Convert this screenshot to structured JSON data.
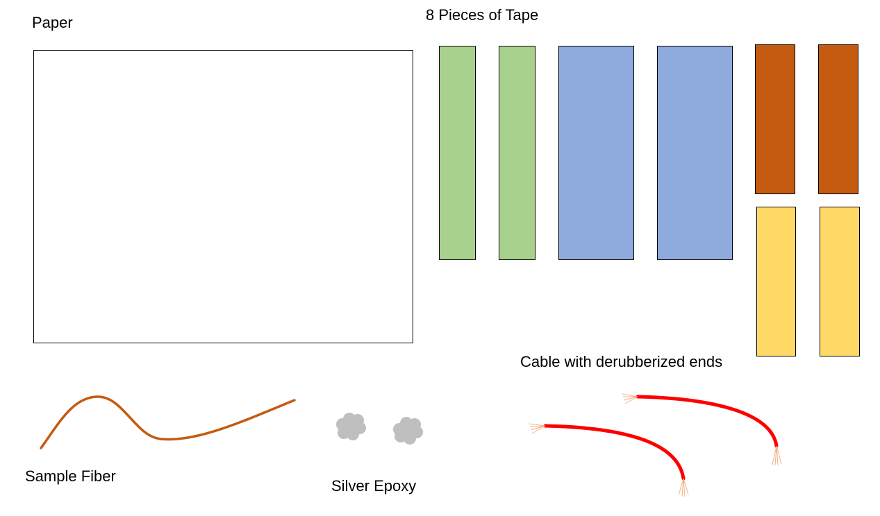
{
  "labels": {
    "paper": "Paper",
    "tape": "8 Pieces of Tape",
    "cable": "Cable with derubberized ends",
    "fiber": "Sample Fiber",
    "epoxy": "Silver Epoxy"
  },
  "tape_pieces": [
    {
      "color": "#a9d18e"
    },
    {
      "color": "#a9d18e"
    },
    {
      "color": "#8faadc"
    },
    {
      "color": "#8faadc"
    },
    {
      "color": "#c55a11"
    },
    {
      "color": "#c55a11"
    },
    {
      "color": "#ffd966"
    },
    {
      "color": "#ffd966"
    }
  ],
  "colors": {
    "fiber": "#c55a11",
    "epoxy": "#bfbfbf",
    "cable_insulation": "#ff0000",
    "cable_strands": "#f4b183",
    "paper_fill": "#ffffff",
    "outline": "#000000"
  }
}
